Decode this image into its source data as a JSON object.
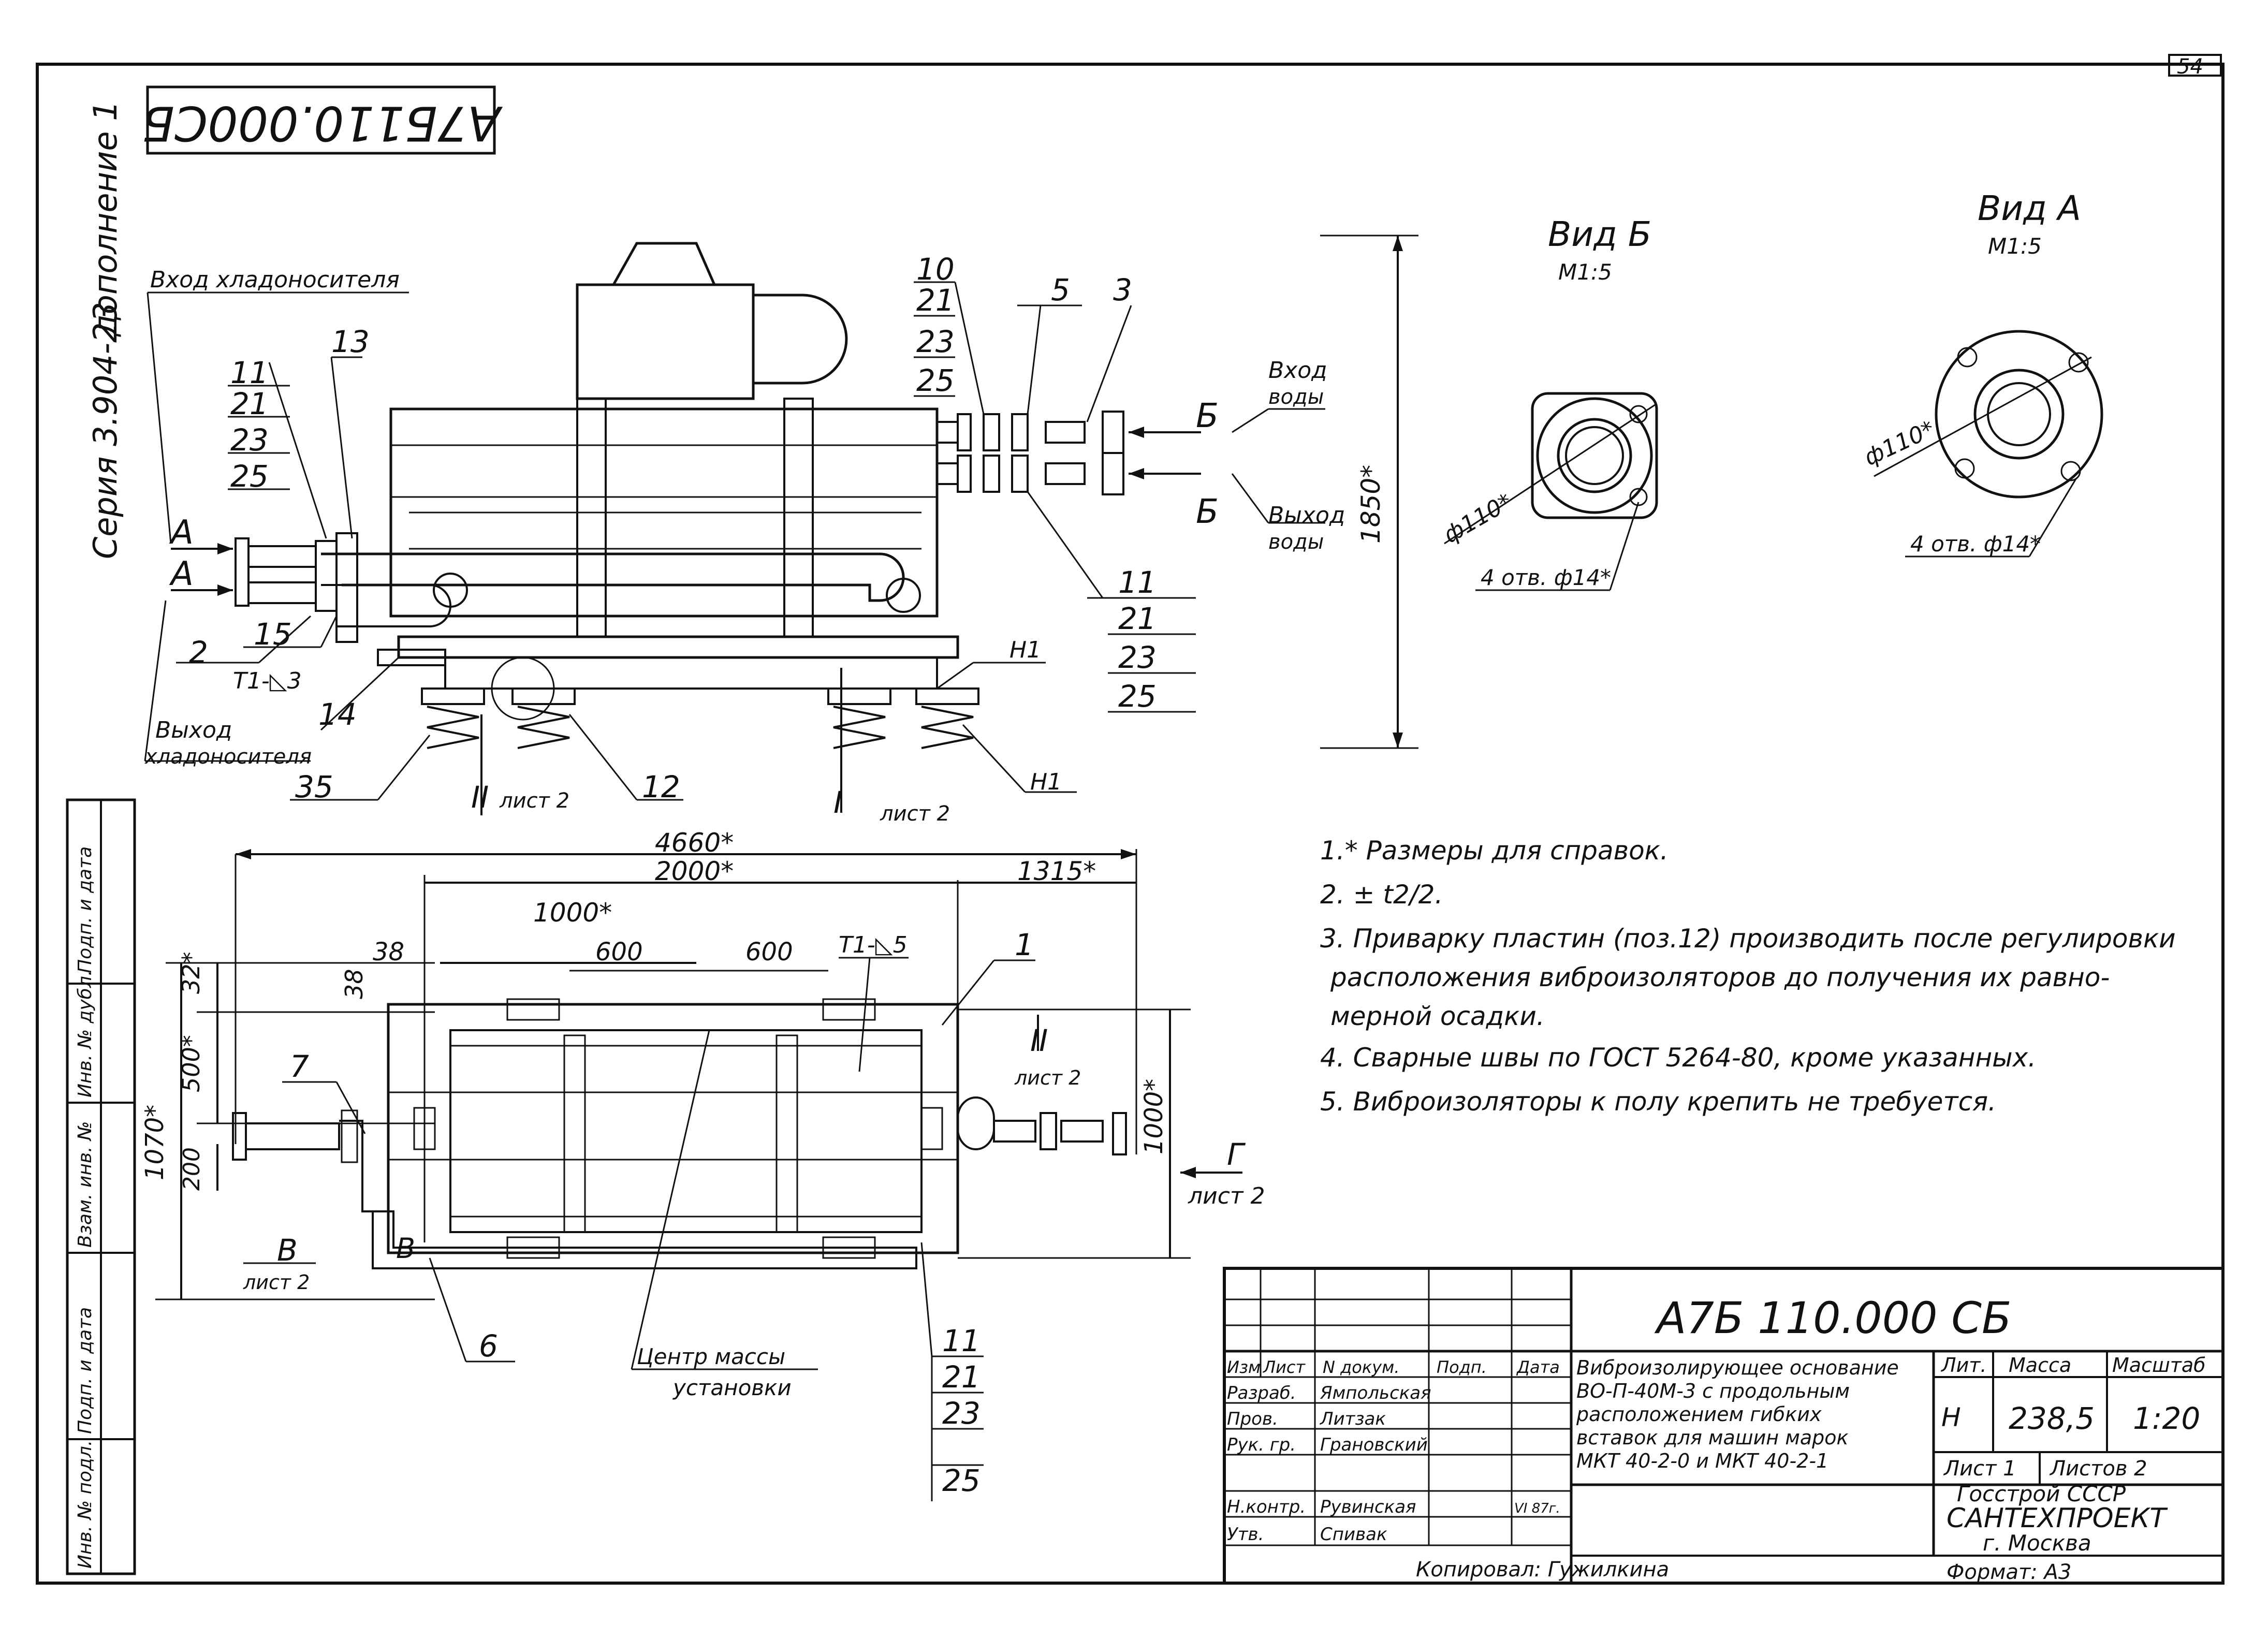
{
  "sheet": {
    "corner_number": "54",
    "code_box": "А7Б110.000СБ",
    "series": "Серия 3.904-23",
    "supplement": "дополнение 1"
  },
  "side_stamp": [
    "Подп. и дата",
    "Инв. № дубл.",
    "Взам. инв. №",
    "Подп. и дата",
    "Инв. № подл."
  ],
  "top_view": {
    "inlet_coolant": "Вход хладоносителя",
    "outlet_coolant": "Выход хладоносителя",
    "water_in": "Вход воды",
    "water_out": "Выход воды",
    "arrow_a1": "А",
    "arrow_a2": "А",
    "arrow_b1": "Б",
    "arrow_b2": "Б",
    "dim_height": "1850*",
    "left_stack": [
      "11",
      "21",
      "23",
      "25"
    ],
    "left_13": "13",
    "left_15": "15",
    "left_2": "2",
    "left_14": "14",
    "weld": "Т1-◺3",
    "left_35": "35",
    "sheet_ref_II": "II",
    "sheet_ref_II_txt": "лист 2",
    "sheet_ref_I": "I",
    "sheet_ref_I_txt": "лист 2",
    "item_12": "12",
    "h1_top": "Н1",
    "h1_bottom": "Н1",
    "right_top_stack": [
      "10",
      "21",
      "23",
      "25"
    ],
    "right_5": "5",
    "right_3": "3",
    "right_bottom_stack": [
      "11",
      "21",
      "23",
      "25"
    ]
  },
  "views": {
    "view_b": {
      "title": "Вид Б",
      "scale": "М1:5",
      "dia": "ф110*",
      "holes": "4 отв. ф14*"
    },
    "view_a": {
      "title": "Вид А",
      "scale": "М1:5",
      "dia": "ф110*",
      "holes": "4 отв. ф14*"
    }
  },
  "plan_view": {
    "dim_total": "4660*",
    "dim_2000": "2000*",
    "dim_1315": "1315*",
    "dim_1000": "1000*",
    "dim_600a": "600",
    "dim_600b": "600",
    "dim_38a": "38",
    "dim_38b": "38",
    "dim_32": "32*",
    "dim_500": "500*",
    "dim_1070": "1070*",
    "dim_200": "200",
    "dim_1000v": "1000*",
    "weld": "Т1-◺5",
    "item_1": "1",
    "item_7": "7",
    "item_6": "6",
    "ref_II": "II",
    "ref_II_txt": "лист 2",
    "ref_V": "В",
    "ref_V_txt": "лист 2",
    "ref_V_small": "В",
    "ref_G": "Г",
    "ref_G_txt": "лист 2",
    "center_mass": "Центр массы установки",
    "stack": [
      "11",
      "21",
      "23",
      "25"
    ]
  },
  "notes": [
    "1.* Размеры для справок.",
    "2. ± t2/2.",
    "3. Приварку пластин (поз.12) производить после регулировки",
    "расположения виброизоляторов до получения их равно-",
    "мерной осадки.",
    "4. Сварные швы по ГОСТ 5264-80, кроме указанных.",
    "5. Виброизоляторы к полу крепить не требуется."
  ],
  "title_block": {
    "doc_code": "А7Б 110.000 СБ",
    "name": [
      "Виброизолирующее основание",
      "ВО-П-40М-3 с продольным",
      "расположением гибких",
      "вставок для машин марок",
      "МКТ 40-2-0 и МКТ 40-2-1"
    ],
    "head": [
      "Изм",
      "Лист",
      "N докум.",
      "Подп.",
      "Дата"
    ],
    "roles": [
      {
        "role": "Разраб.",
        "name": "Ямпольская"
      },
      {
        "role": "Пров.",
        "name": "Литзак"
      },
      {
        "role": "Рук. гр.",
        "name": "Грановский"
      },
      {
        "role": "Н.контр.",
        "name": "Рувинская"
      },
      {
        "role": "Утв.",
        "name": "Спивак"
      }
    ],
    "date_small": "VI 87г.",
    "lit_label": "Лит.",
    "mass_label": "Масса",
    "scale_label": "Масштаб",
    "lit_value": "Н",
    "mass_value": "238,5",
    "scale_value": "1:20",
    "sheet_label": "Лист 1",
    "sheets_label": "Листов 2",
    "org": [
      "Госстрой СССР",
      "САНТЕХПРОЕКТ",
      "г. Москва"
    ],
    "copied": "Копировал: Гужилкина",
    "format": "Формат: А3"
  }
}
